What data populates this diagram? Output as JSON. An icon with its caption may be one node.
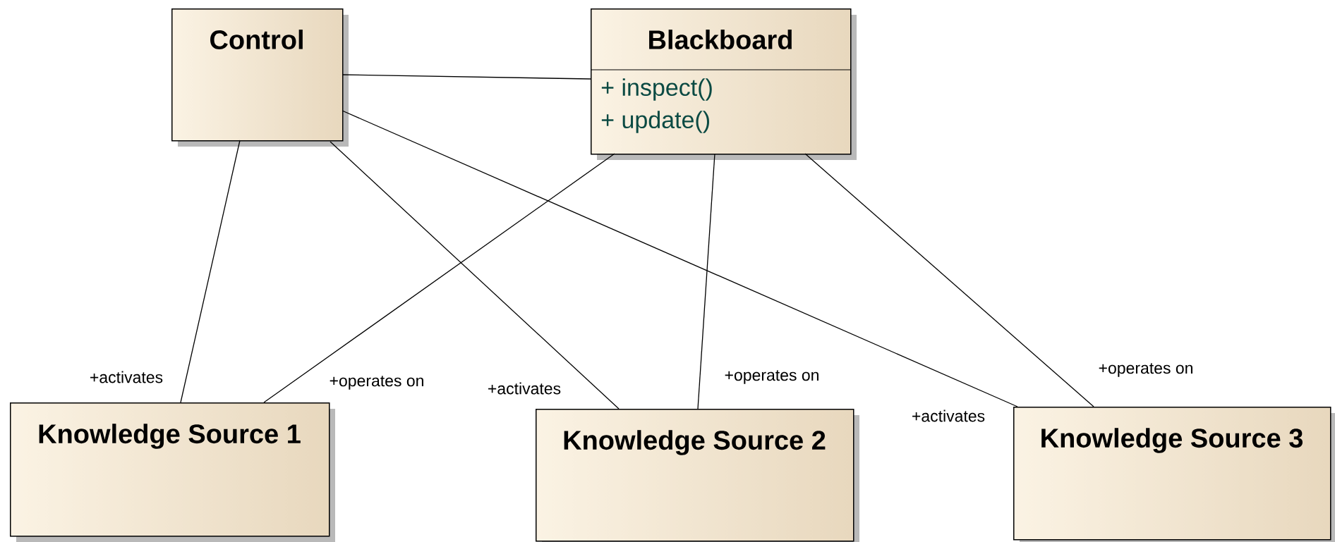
{
  "diagram": {
    "nodes": [
      {
        "text": [
          "Control"
        ]
      },
      {
        "text": [
          "Blackboard",
          "+ inspect()",
          "+ update()"
        ]
      },
      {
        "text": [
          "Knowledge Source 1"
        ]
      },
      {
        "text": [
          "Knowledge Source 2"
        ]
      },
      {
        "text": [
          "Knowledge Source 3"
        ]
      }
    ],
    "edges": [
      {
        "from": 0,
        "to": 1,
        "arrow": "none"
      },
      {
        "from": 0,
        "to": 2,
        "arrow": "none",
        "label": "+activates"
      },
      {
        "from": 0,
        "to": 3,
        "arrow": "none",
        "label": "+activates"
      },
      {
        "from": 0,
        "to": 4,
        "arrow": "none",
        "label": "+activates"
      },
      {
        "from": 1,
        "to": 2,
        "arrow": "none",
        "label": "+operates on"
      },
      {
        "from": 1,
        "to": 3,
        "arrow": "none",
        "label": "+operates on"
      },
      {
        "from": 1,
        "to": 4,
        "arrow": "none",
        "label": "+operates on"
      }
    ]
  }
}
